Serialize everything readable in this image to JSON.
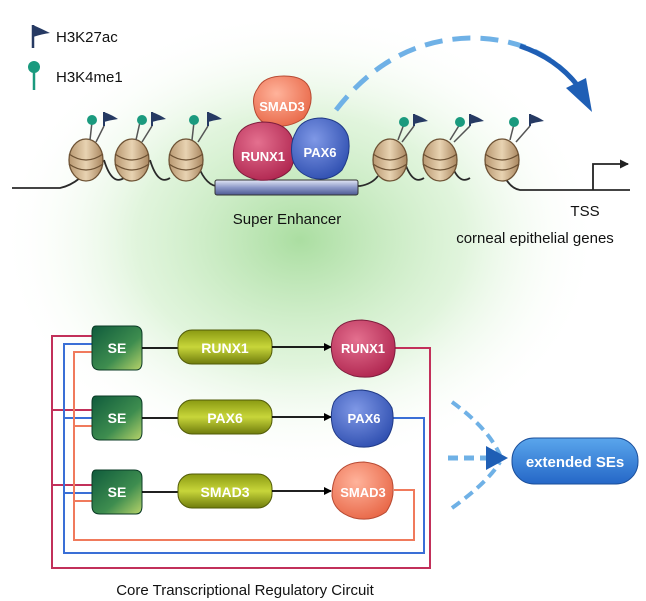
{
  "legend": {
    "h3k27ac": "H3K27ac",
    "h3k4me1": "H3K4me1"
  },
  "enhancer": {
    "label": "Super Enhancer",
    "factors": {
      "smad3": "SMAD3",
      "runx1": "RUNX1",
      "pax6": "PAX6"
    }
  },
  "gene": {
    "tss": "TSS",
    "description": "corneal epithelial genes"
  },
  "circuit": {
    "title": "Core Transcriptional Regulatory Circuit",
    "rows": [
      {
        "se": "SE",
        "gene": "RUNX1",
        "protein": "RUNX1"
      },
      {
        "se": "SE",
        "gene": "PAX6",
        "protein": "PAX6"
      },
      {
        "se": "SE",
        "gene": "SMAD3",
        "protein": "SMAD3"
      }
    ],
    "output": "extended SEs"
  },
  "colors": {
    "runx1": "#c2305a",
    "pax6": "#3a5bbf",
    "smad3": "#f07a5c",
    "background_glow": "#b7e2b0",
    "arrow_blue": "#1f5fb5",
    "flag": "#263a63",
    "mark_green": "#1a9a7e"
  }
}
